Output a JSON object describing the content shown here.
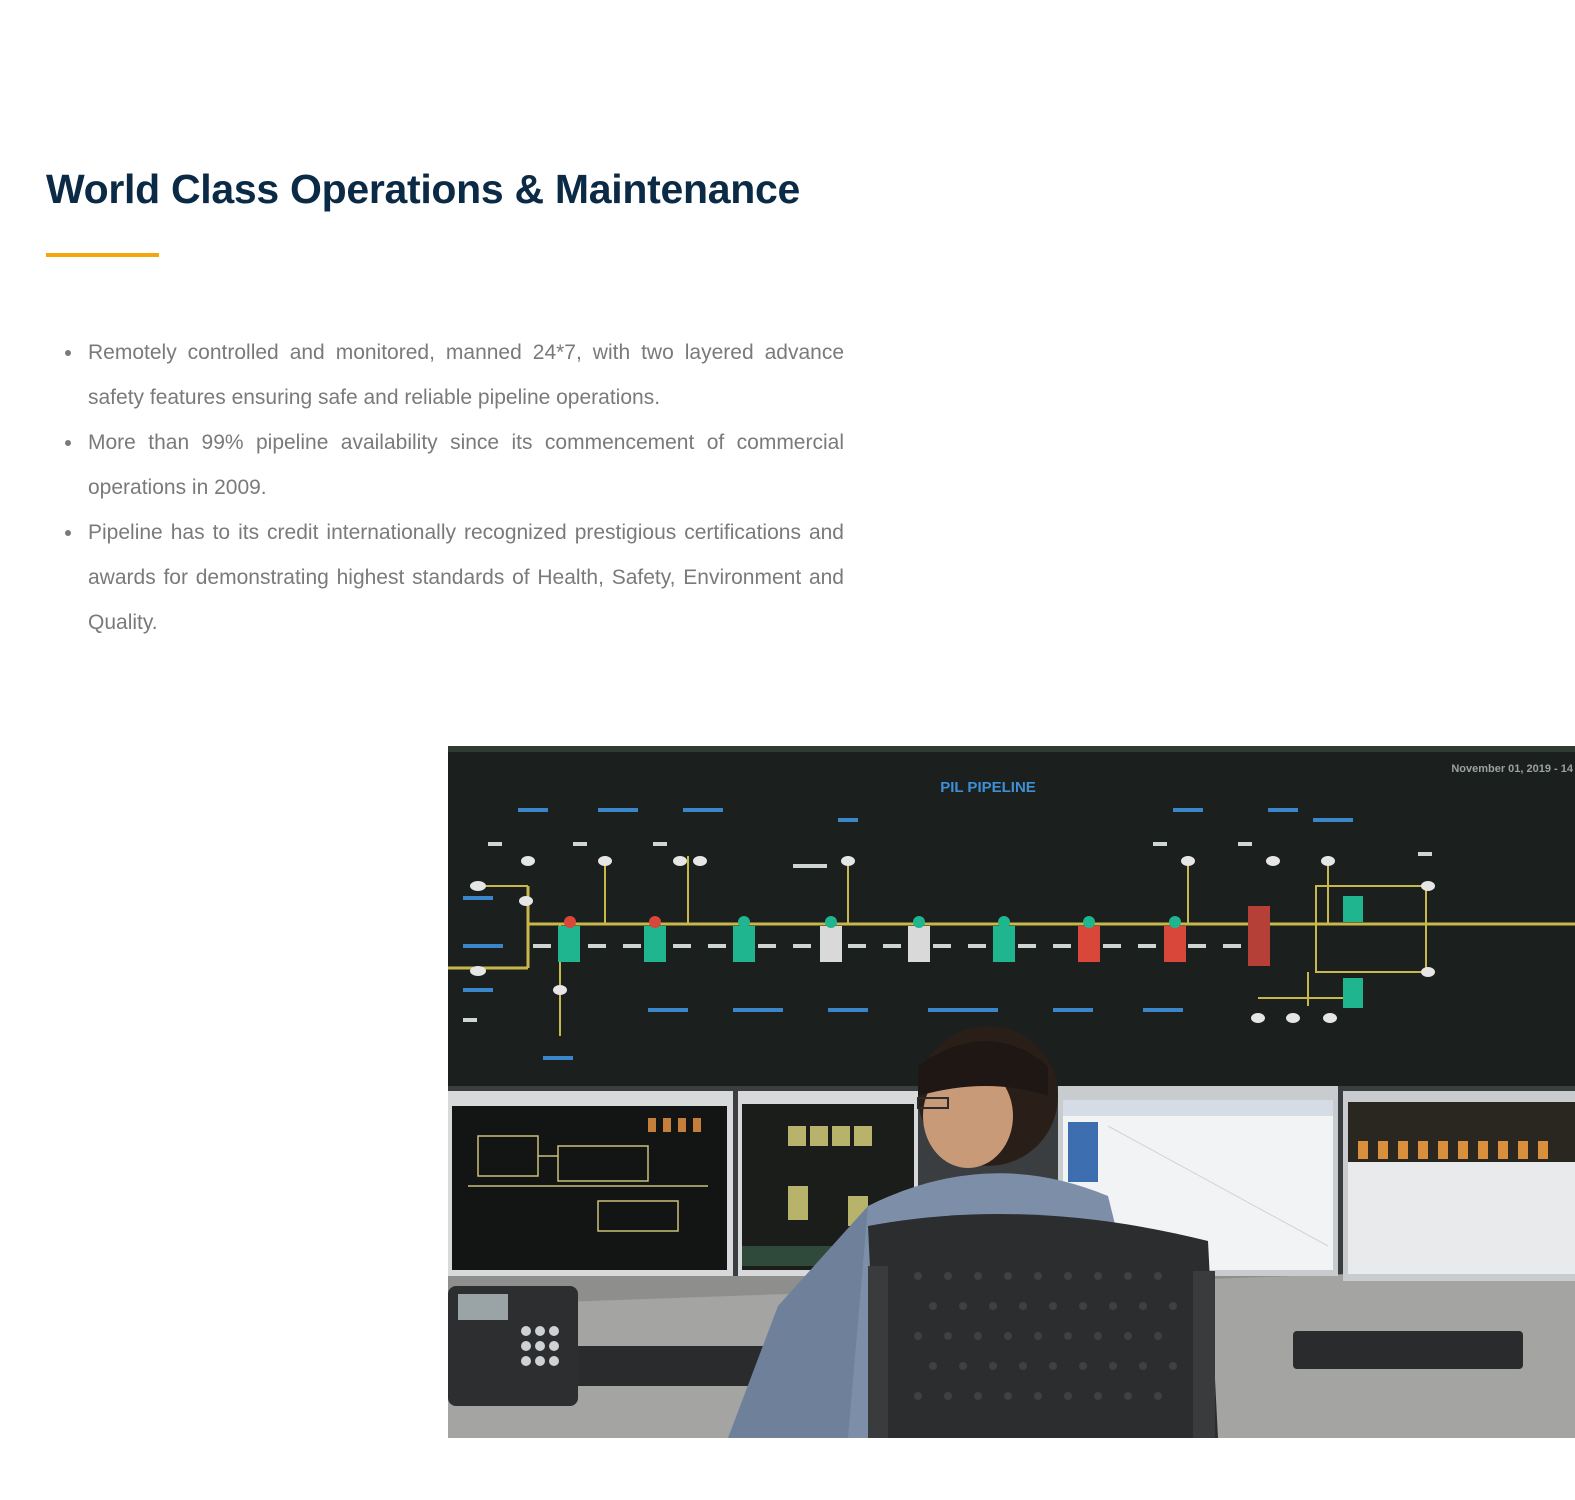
{
  "section": {
    "title": "World Class Operations & Maintenance",
    "accent_color": "#f5a60a",
    "title_color": "#0b2a45"
  },
  "bullets": [
    {
      "text": "Remotely controlled and monitored, manned 24*7, with two layered advance safety features ensuring safe and reliable pipeline operations."
    },
    {
      "text": "More than 99% pipeline availability since its commencement of commercial operations in 2009."
    },
    {
      "text": "Pipeline has to its credit internationally recognized prestigious certifications and awards for demonstrating highest standards of Health, Safety, Environment and Quality."
    }
  ],
  "photo": {
    "screen_title": "PIL PIPELINE",
    "screen_date": "November 01, 2019 - 14"
  }
}
